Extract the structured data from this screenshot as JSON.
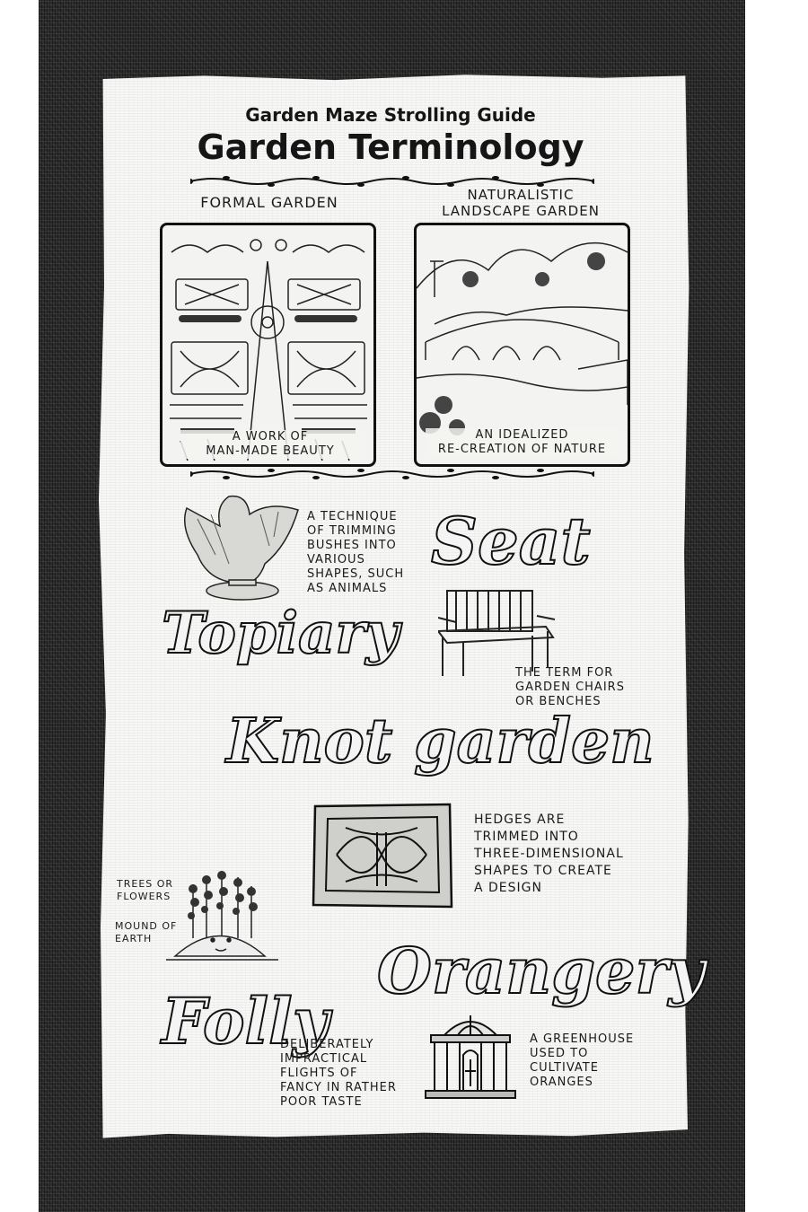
{
  "header": {
    "subtitle": "Garden Maze Strolling Guide",
    "title": "Garden Terminology"
  },
  "formal_garden": {
    "label": "FORMAL GARDEN",
    "caption": "A WORK OF\nMAN-MADE BEAUTY"
  },
  "natural_garden": {
    "label": "NATURALISTIC\nLANDSCAPE GARDEN",
    "caption": "AN IDEALIZED\nRE-CREATION OF NATURE"
  },
  "topiary": {
    "word": "Topiary",
    "description": "A TECHNIQUE\nOF TRIMMING\nBUSHES INTO\nVARIOUS\nSHAPES, SUCH\nAS ANIMALS"
  },
  "seat": {
    "word": "Seat",
    "description": "THE TERM FOR\nGARDEN CHAIRS\nOR BENCHES"
  },
  "knot_garden": {
    "word": "Knot garden",
    "description": "HEDGES ARE\nTRIMMED INTO\nTHREE-DIMENSIONAL\nSHAPES TO CREATE\nA DESIGN"
  },
  "folly": {
    "word": "Folly",
    "description": "DELIBERATELY\nIMPRACTICAL\nFLIGHTS OF\nFANCY IN RATHER\nPOOR TASTE",
    "label_trees": "TREES OR\nFLOWERS",
    "label_mound": "MOUND OF\nEARTH"
  },
  "orangery": {
    "word": "Orangery",
    "description": "A GREENHOUSE\nUSED TO\nCULTIVATE\nORANGES"
  }
}
